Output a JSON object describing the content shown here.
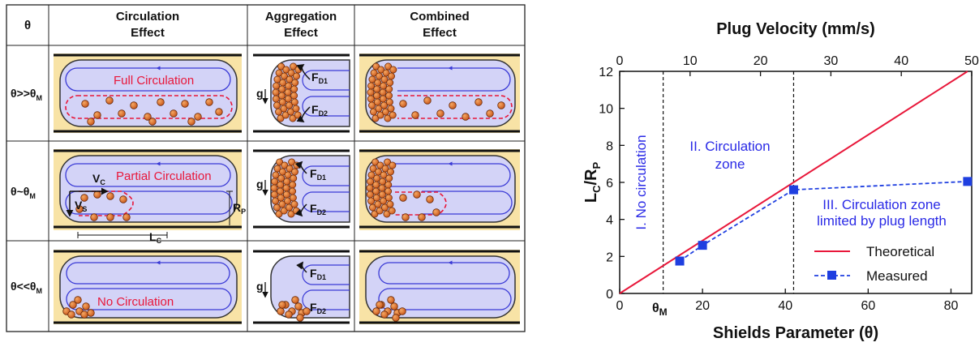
{
  "table": {
    "headers": {
      "theta": "θ",
      "circ": [
        "Circulation",
        "Effect"
      ],
      "agg": [
        "Aggregation",
        "Effect"
      ],
      "comb": [
        "Combined",
        "Effect"
      ]
    },
    "rows": [
      {
        "label_main": "θ>>θ",
        "label_sub": "M",
        "circ_label": "Full Circulation"
      },
      {
        "label_main": "θ~θ",
        "label_sub": "M",
        "circ_label": "Partial Circulation"
      },
      {
        "label_main": "θ<<θ",
        "label_sub": "M",
        "circ_label": "No Circulation"
      }
    ],
    "symbols": {
      "g": "g",
      "F": "F",
      "D1": "D1",
      "D2": "D2",
      "V": "V",
      "C": "C",
      "S": "S",
      "R": "R",
      "P": "P",
      "L": "L"
    }
  },
  "colors": {
    "tube_fill": "#f8e3a6",
    "plug_fill": "#d3d3f7",
    "particle": "#e0742a",
    "stream": "#3a3ad6",
    "red": "#e8173a",
    "measured": "#1f3fe0"
  },
  "chart_data": {
    "type": "line",
    "title": "",
    "top_axis": {
      "label": "Plug Velocity (mm/s)",
      "ticks": [
        0,
        10,
        20,
        30,
        40,
        50
      ],
      "range": [
        0,
        50
      ]
    },
    "xlabel": "Shields Parameter (θ)",
    "ylabel_main": "L",
    "ylabel_sub1": "C",
    "ylabel_div": "/R",
    "ylabel_sub2": "P",
    "xlim": [
      0,
      85
    ],
    "ylim": [
      0,
      12
    ],
    "xticks": [
      0,
      20,
      40,
      60,
      80
    ],
    "yticks": [
      0,
      2,
      4,
      6,
      8,
      10,
      12
    ],
    "theta_m_label_main": "θ",
    "theta_m_label_sub": "M",
    "theta_m_x": 10.5,
    "second_vline_x": 42,
    "series": [
      {
        "name": "Theoretical",
        "x": [
          0,
          84
        ],
        "y": [
          0,
          12
        ]
      },
      {
        "name": "Measured",
        "x": [
          14.5,
          20,
          42,
          84
        ],
        "y": [
          1.75,
          2.6,
          5.6,
          6.05
        ]
      }
    ],
    "zones": [
      {
        "text": "I. No circulation"
      },
      {
        "text": [
          "II. Circulation",
          "zone"
        ]
      },
      {
        "text": [
          "III. Circulation zone",
          "limited by plug length"
        ]
      }
    ],
    "legend_position": "bottom-right"
  }
}
